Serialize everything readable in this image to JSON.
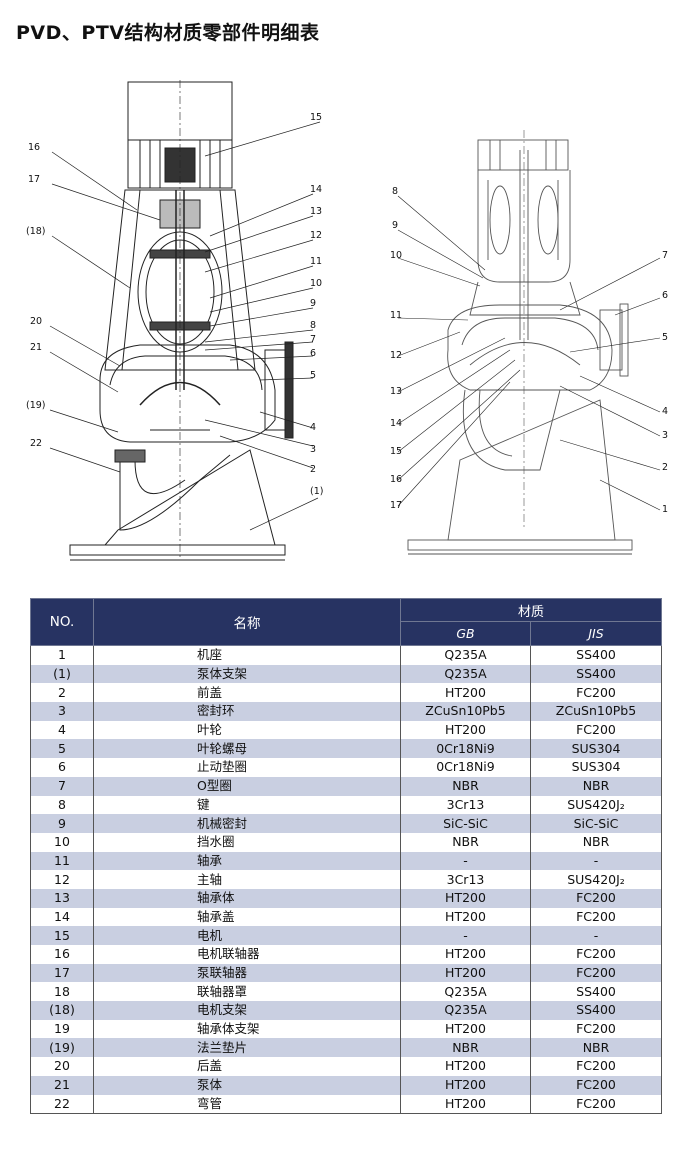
{
  "title": "PVD、PTV结构材质零部件明细表",
  "left_drawing_labels": [
    "15",
    "16",
    "17",
    "14",
    "13",
    "(18)",
    "12",
    "11",
    "10",
    "9",
    "20",
    "8",
    "7",
    "21",
    "6",
    "5",
    "(19)",
    "4",
    "3",
    "22",
    "2",
    "(1)"
  ],
  "right_drawing_labels": [
    "8",
    "9",
    "10",
    "7",
    "6",
    "11",
    "12",
    "5",
    "13",
    "14",
    "4",
    "15",
    "3",
    "16",
    "2",
    "17",
    "1"
  ],
  "table": {
    "headers": {
      "no": "NO.",
      "name": "名称",
      "material": "材质",
      "gb": "GB",
      "jis": "JIS"
    },
    "rows": [
      {
        "no": "1",
        "name": "机座",
        "gb": "Q235A",
        "jis": "SS400"
      },
      {
        "no": "(1)",
        "name": "泵体支架",
        "gb": "Q235A",
        "jis": "SS400"
      },
      {
        "no": "2",
        "name": "前盖",
        "gb": "HT200",
        "jis": "FC200"
      },
      {
        "no": "3",
        "name": "密封环",
        "gb": "ZCuSn10Pb5",
        "jis": "ZCuSn10Pb5"
      },
      {
        "no": "4",
        "name": "叶轮",
        "gb": "HT200",
        "jis": "FC200"
      },
      {
        "no": "5",
        "name": "叶轮螺母",
        "gb": "0Cr18Ni9",
        "jis": "SUS304"
      },
      {
        "no": "6",
        "name": "止动垫圈",
        "gb": "0Cr18Ni9",
        "jis": "SUS304"
      },
      {
        "no": "7",
        "name": "O型圈",
        "gb": "NBR",
        "jis": "NBR"
      },
      {
        "no": "8",
        "name": "键",
        "gb": "3Cr13",
        "jis": "SUS420J₂"
      },
      {
        "no": "9",
        "name": "机械密封",
        "gb": "SiC-SiC",
        "jis": "SiC-SiC"
      },
      {
        "no": "10",
        "name": "挡水圈",
        "gb": "NBR",
        "jis": "NBR"
      },
      {
        "no": "11",
        "name": "轴承",
        "gb": "-",
        "jis": "-"
      },
      {
        "no": "12",
        "name": "主轴",
        "gb": "3Cr13",
        "jis": "SUS420J₂"
      },
      {
        "no": "13",
        "name": "轴承体",
        "gb": "HT200",
        "jis": "FC200"
      },
      {
        "no": "14",
        "name": "轴承盖",
        "gb": "HT200",
        "jis": "FC200"
      },
      {
        "no": "15",
        "name": "电机",
        "gb": "-",
        "jis": "-"
      },
      {
        "no": "16",
        "name": "电机联轴器",
        "gb": "HT200",
        "jis": "FC200"
      },
      {
        "no": "17",
        "name": "泵联轴器",
        "gb": "HT200",
        "jis": "FC200"
      },
      {
        "no": "18",
        "name": "联轴器罩",
        "gb": "Q235A",
        "jis": "SS400"
      },
      {
        "no": "(18)",
        "name": "电机支架",
        "gb": "Q235A",
        "jis": "SS400"
      },
      {
        "no": "19",
        "name": "轴承体支架",
        "gb": "HT200",
        "jis": "FC200"
      },
      {
        "no": "(19)",
        "name": "法兰垫片",
        "gb": "NBR",
        "jis": "NBR"
      },
      {
        "no": "20",
        "name": "后盖",
        "gb": "HT200",
        "jis": "FC200"
      },
      {
        "no": "21",
        "name": "泵体",
        "gb": "HT200",
        "jis": "FC200"
      },
      {
        "no": "22",
        "name": "弯管",
        "gb": "HT200",
        "jis": "FC200"
      }
    ]
  }
}
